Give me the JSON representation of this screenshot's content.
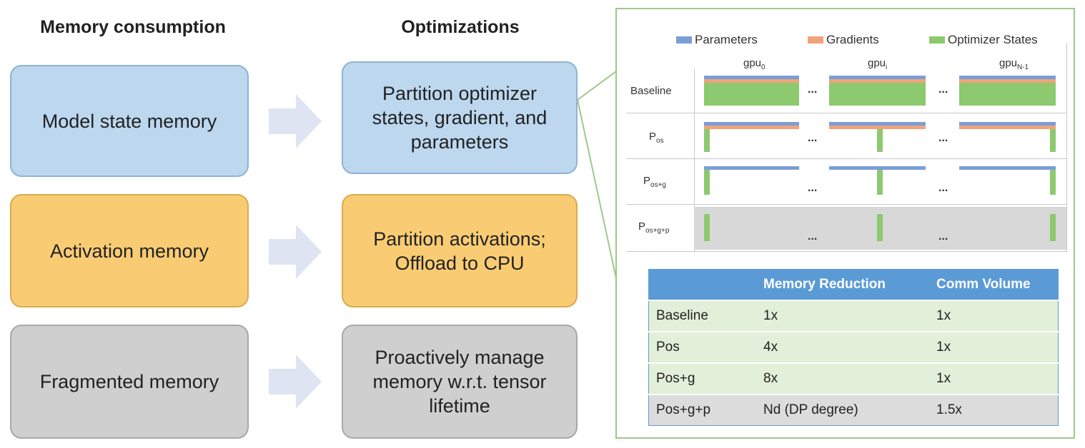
{
  "headings": {
    "left": "Memory consumption",
    "middle": "Optimizations"
  },
  "memory_boxes": [
    {
      "label": "Model state memory",
      "color": "#bcd7ee"
    },
    {
      "label": "Activation memory",
      "color": "#f9cc74"
    },
    {
      "label": "Fragmented memory",
      "color": "#cfcfcf"
    }
  ],
  "optimization_boxes": [
    {
      "label": "Partition optimizer states, gradient, and parameters",
      "color": "#bcd7ee"
    },
    {
      "label": "Partition activations; Offload to CPU",
      "color": "#f9cc74"
    },
    {
      "label": "Proactively manage memory w.r.t. tensor lifetime",
      "color": "#cfcfcf"
    }
  ],
  "legend": [
    {
      "label": "Parameters",
      "color": "#7b9ed8"
    },
    {
      "label": "Gradients",
      "color": "#f0a37a"
    },
    {
      "label": "Optimizer States",
      "color": "#8dc96f"
    }
  ],
  "gpu_labels": [
    {
      "base": "gpu",
      "sub": "0"
    },
    {
      "base": "gpu",
      "sub": "i"
    },
    {
      "base": "gpu",
      "sub": "N-1"
    }
  ],
  "row_labels": [
    {
      "base": "Baseline",
      "sub": ""
    },
    {
      "base": "P",
      "sub": "os"
    },
    {
      "base": "P",
      "sub": "os+g"
    },
    {
      "base": "P",
      "sub": "os+g+p"
    }
  ],
  "ellipsis": "...",
  "table": {
    "headers": [
      "",
      "Memory Reduction",
      "Comm Volume"
    ],
    "rows": [
      [
        "Baseline",
        "1x",
        "1x"
      ],
      [
        "Pos",
        "4x",
        "1x"
      ],
      [
        "Pos+g",
        "8x",
        "1x"
      ],
      [
        "Pos+g+p",
        "Nd (DP degree)",
        "1.5x"
      ]
    ],
    "header_color": "#5b9bd5",
    "row_colors": [
      "#e2efd9",
      "#e2efd9",
      "#e2efd9",
      "#dcdcdc"
    ]
  }
}
